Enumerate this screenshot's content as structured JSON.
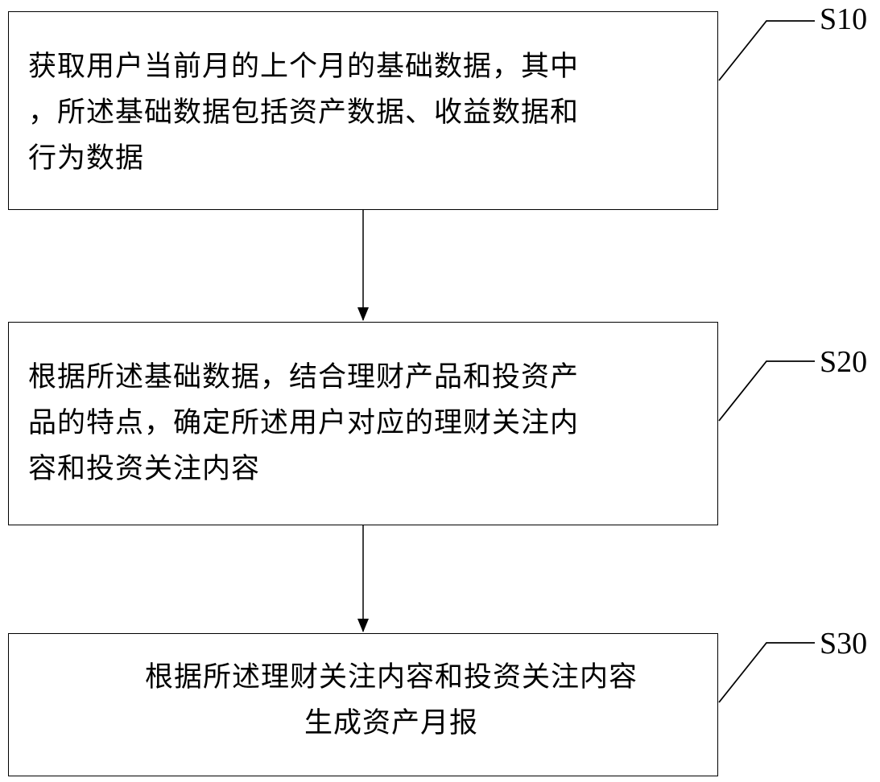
{
  "steps": [
    {
      "id": "S10",
      "label": "S10",
      "text": "获取用户当前月的上个月的基础数据，其中\n，所述基础数据包括资产数据、收益数据和\n行为数据"
    },
    {
      "id": "S20",
      "label": "S20",
      "text": "根据所述基础数据，结合理财产品和投资产\n品的特点，确定所述用户对应的理财关注内\n容和投资关注内容"
    },
    {
      "id": "S30",
      "label": "S30",
      "text": "根据所述理财关注内容和投资关注内容\n生成资产月报"
    }
  ]
}
